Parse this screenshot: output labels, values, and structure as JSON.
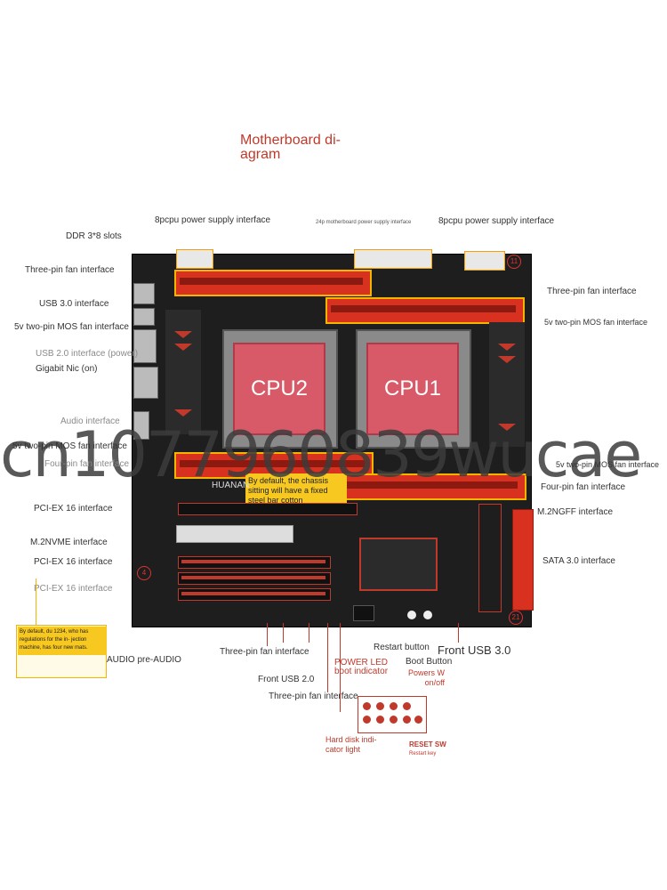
{
  "title": "Motherboard di- agram",
  "cpu1": "CPU1",
  "cpu2": "CPU2",
  "labels": {
    "top_8pin_left": "8pcpu power supply interface",
    "top_24pin": "24p motherboard power supply interface",
    "top_8pin_right": "8pcpu power supply interface",
    "ddr": "DDR 3*8 slots",
    "fan_left_top": "Three-pin fan interface",
    "usb30": "USB 3.0 interface",
    "mos_left": "5v two-pin MOS fan interface",
    "usb20_power": "USB 2.0 interface (power)",
    "nic": "Gigabit Nic (on)",
    "audio": "Audio interface",
    "mos_left_2": "5v two-pin MOS fan interface",
    "fourpin_left": "Four-pin fan interface",
    "pcie1": "PCI-EX 16 interface",
    "m2nvme": "M.2NVME interface",
    "pcie2": "PCI-EX 16 interface",
    "pcie3": "PCI-EX 16 interface",
    "fan_right_top": "Three-pin fan interface",
    "mos_right": "5v two-pin MOS fan interface",
    "mos_right_2": "5v two-pin MOS fan interface",
    "fourpin_right": "Four-pin fan interface",
    "m2ngff": "M.2NGFF interface",
    "sata": "SATA 3.0 interface",
    "chassis_note": "By default, the chassis sitting will have a fixed steel bar cotton",
    "left_note": "By default, du 1234, who has regulations for the in- jection machine, has four new mats.",
    "audio_pre": "AUDIO pre-AUDIO",
    "fan_bottom": "Three-pin fan interface",
    "front_usb20": "Front USB 2.0",
    "fan_bottom_2": "Three-pin fan interface",
    "restart_btn": "Restart button",
    "boot_btn": "Boot Button",
    "front_usb30": "Front USB 3.0",
    "power_led": "POWER LED boot indicator",
    "powers": "Powers W on/off",
    "hdd": "Hard disk indi- cator light",
    "reset": "RESET SW",
    "reset_key": "Restart key"
  },
  "board_text": {
    "brand": "HUANAN",
    "badge_21": "21",
    "badge_4": "4",
    "badge_11": "11"
  },
  "watermark": "cn1077960839wucae"
}
